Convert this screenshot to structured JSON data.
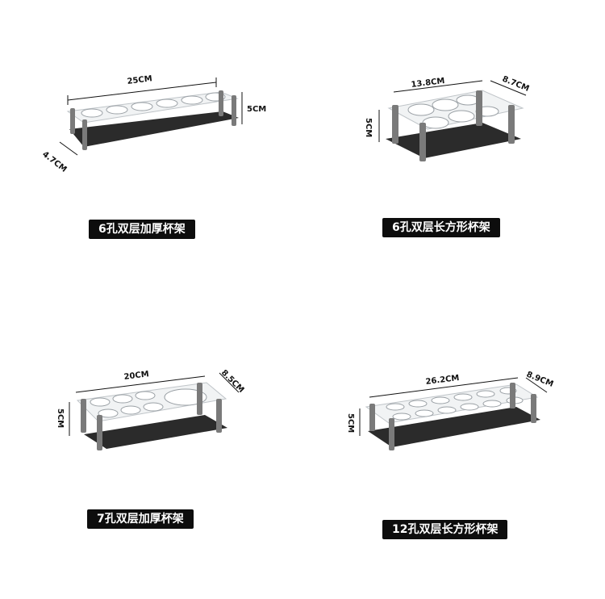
{
  "products": [
    {
      "dim_length": "25CM",
      "dim_width": "4.7CM",
      "dim_height": "5CM",
      "caption": "6孔双层加厚杯架"
    },
    {
      "dim_length": "13.8CM",
      "dim_width": "8.7CM",
      "dim_height": "5CM",
      "caption": "6孔双层长方形杯架"
    },
    {
      "dim_length": "20CM",
      "dim_width": "8.5CM",
      "dim_height": "5CM",
      "caption": "7孔双层加厚杯架"
    },
    {
      "dim_length": "26.2CM",
      "dim_width": "8.9CM",
      "dim_height": "5CM",
      "caption": "12孔双层长方形杯架"
    }
  ],
  "colors": {
    "caption_bg": "#0d0d0d",
    "caption_text": "#ffffff",
    "base": "#2b2b2b",
    "acrylic": "#f1f3f4",
    "post": "#7a7a7a"
  }
}
